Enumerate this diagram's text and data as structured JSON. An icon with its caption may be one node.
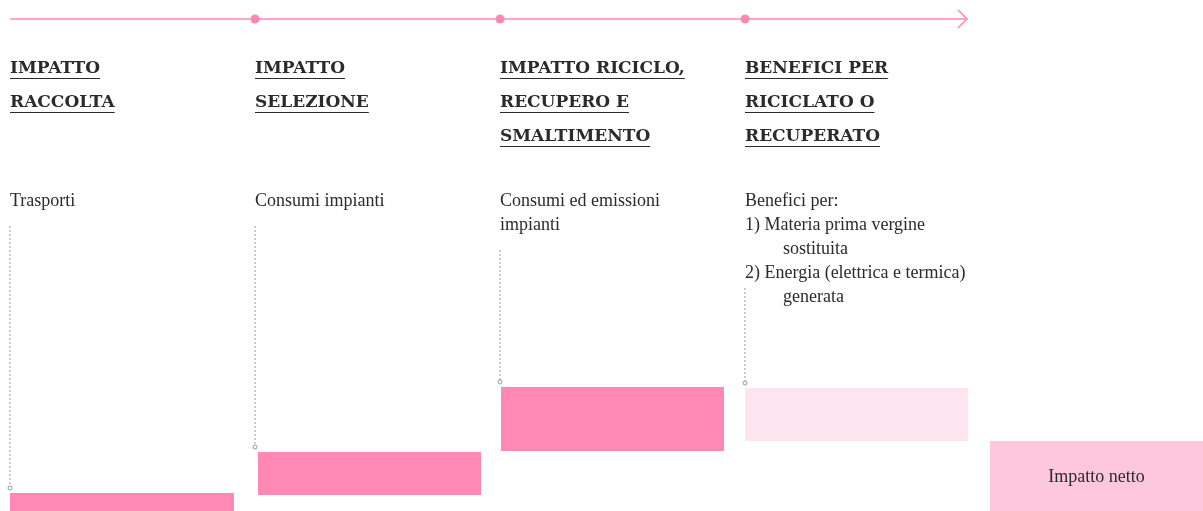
{
  "diagram": {
    "nodes": [
      {
        "text": [
          "Trasporti"
        ]
      },
      {
        "text": [],
        "shape": "bar"
      },
      {
        "text": [
          "Consumi impianti"
        ]
      },
      {
        "text": [],
        "shape": "bar"
      },
      {
        "text": [
          "Consumi ed emissioni impianti"
        ]
      },
      {
        "text": [],
        "shape": "bar"
      },
      {
        "text": [
          "Benefici per:",
          "1) Materia prima vergine sostituita",
          "2) Energia (elettrica e termica) generata"
        ]
      },
      {
        "text": [],
        "shape": "bar"
      },
      {
        "text": [
          "Impatto netto"
        ]
      }
    ],
    "edges": [
      {
        "from": 0,
        "to": 1,
        "arrow": "other",
        "style": "dashed"
      },
      {
        "from": 2,
        "to": 3,
        "arrow": "other",
        "style": "dashed"
      },
      {
        "from": 4,
        "to": 5,
        "arrow": "other",
        "style": "dashed"
      },
      {
        "from": 6,
        "to": 7,
        "arrow": "other",
        "style": "dashed"
      }
    ],
    "labels": [
      "IMPATTO RACCOLTA",
      "IMPATTO SELEZIONE",
      "IMPATTO RICICLO, RECUPERO E SMALTIMENTO",
      "BENEFICI PER RICICLATO O RECUPERATO"
    ]
  }
}
